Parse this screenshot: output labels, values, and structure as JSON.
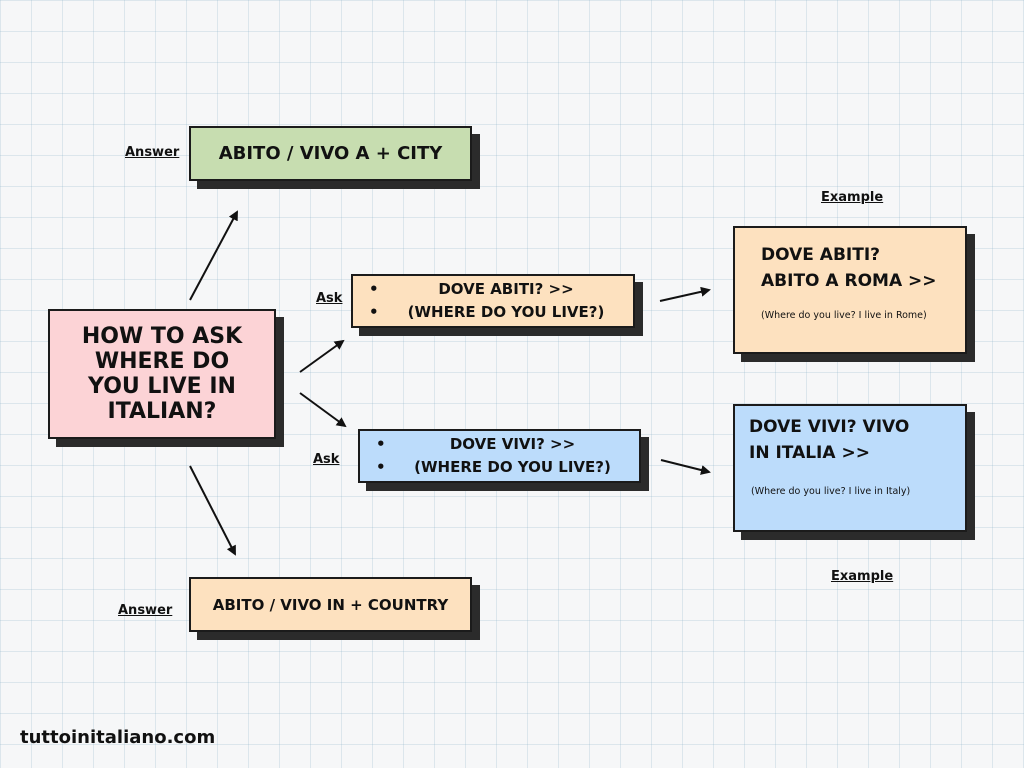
{
  "center": {
    "title": "HOW TO ASK WHERE DO YOU LIVE IN ITALIAN?"
  },
  "answer_city": {
    "label": "Answer",
    "text": "ABITO / VIVO A + CITY"
  },
  "answer_country": {
    "label": "Answer",
    "text": "ABITO / VIVO IN + COUNTRY"
  },
  "ask_abiti": {
    "label": "Ask",
    "items": [
      "DOVE ABITI? >>",
      "(WHERE DO YOU LIVE?)"
    ]
  },
  "ask_vivi": {
    "label": "Ask",
    "items": [
      "DOVE VIVI? >>",
      "(WHERE DO YOU LIVE?)"
    ]
  },
  "example_abiti": {
    "label": "Example",
    "line1": "DOVE ABITI?",
    "line2": "ABITO A ROMA >>",
    "note": "(Where do you live? I live in Rome)"
  },
  "example_vivi": {
    "label": "Example",
    "line1": "DOVE VIVI? VIVO",
    "line2": "IN ITALIA >>",
    "note": "(Where do you live? I live in Italy)"
  },
  "footer": {
    "site": "tuttoinitaliano.com"
  },
  "colors": {
    "green": "#c7ddb0",
    "peach": "#fde1bf",
    "pink": "#fcd3d6",
    "blue": "#bcdcfb"
  }
}
